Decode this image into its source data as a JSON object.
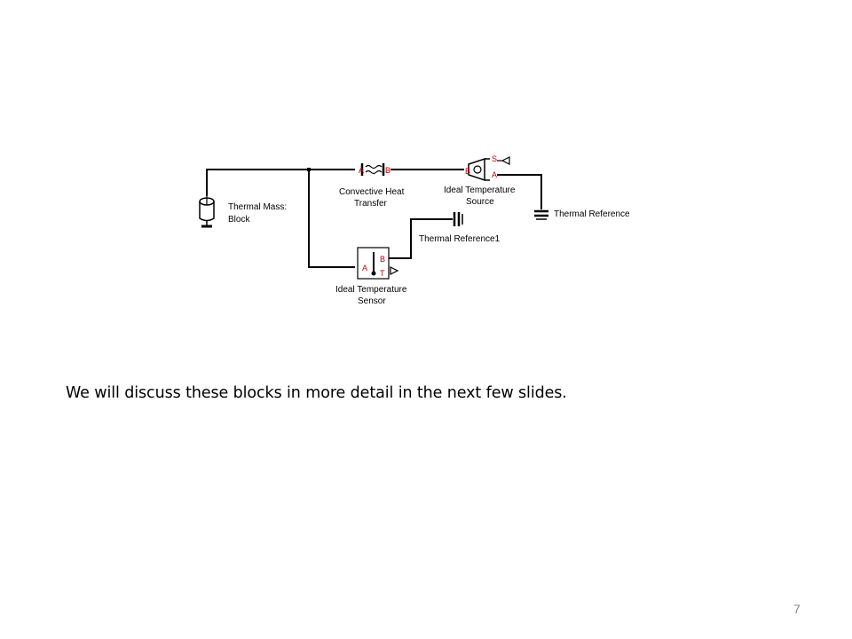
{
  "diagram": {
    "blocks": {
      "thermal_mass": {
        "label_line1": "Thermal Mass:",
        "label_line2": "Block"
      },
      "convective": {
        "label_line1": "Convective Heat",
        "label_line2": "Transfer",
        "port_a": "A",
        "port_b": "B"
      },
      "temp_source": {
        "label_line1": "Ideal Temperature",
        "label_line2": "Source",
        "port_s": "S",
        "port_b": "B",
        "port_a": "A"
      },
      "thermal_reference": {
        "label": "Thermal Reference"
      },
      "thermal_reference1": {
        "label": "Thermal Reference1"
      },
      "temp_sensor": {
        "label_line1": "Ideal Temperature",
        "label_line2": "Sensor",
        "port_a": "A",
        "port_b": "B",
        "port_t": "T"
      }
    }
  },
  "caption": "We will discuss these blocks in more detail in the next few slides.",
  "page_number": "7",
  "colors": {
    "port_label": "#c00000",
    "wire": "#000000",
    "page_number": "#8a8a8a"
  }
}
